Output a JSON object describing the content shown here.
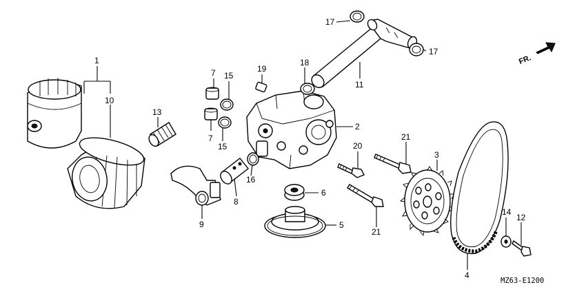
{
  "callouts": [
    {
      "id": "c1",
      "text": "1"
    },
    {
      "id": "c10",
      "text": "10"
    },
    {
      "id": "c13",
      "text": "13"
    },
    {
      "id": "c7a",
      "text": "7"
    },
    {
      "id": "c15a",
      "text": "15"
    },
    {
      "id": "c7b",
      "text": "7"
    },
    {
      "id": "c15b",
      "text": "15"
    },
    {
      "id": "c19",
      "text": "19"
    },
    {
      "id": "c18",
      "text": "18"
    },
    {
      "id": "c17a",
      "text": "17"
    },
    {
      "id": "c17b",
      "text": "17"
    },
    {
      "id": "c11",
      "text": "11"
    },
    {
      "id": "c2",
      "text": "2"
    },
    {
      "id": "c16",
      "text": "16"
    },
    {
      "id": "c8",
      "text": "8"
    },
    {
      "id": "c9",
      "text": "9"
    },
    {
      "id": "c6",
      "text": "6"
    },
    {
      "id": "c5",
      "text": "5"
    },
    {
      "id": "c20",
      "text": "20"
    },
    {
      "id": "c21a",
      "text": "21"
    },
    {
      "id": "c21b",
      "text": "21"
    },
    {
      "id": "c3",
      "text": "3"
    },
    {
      "id": "c4",
      "text": "4"
    },
    {
      "id": "c14",
      "text": "14"
    },
    {
      "id": "c12",
      "text": "12"
    }
  ],
  "direction_label": "FR.",
  "diagram_code": "MZ63-E1200",
  "colors": {
    "line": "#000000",
    "background": "#ffffff",
    "shade": "#bcbcbc"
  }
}
